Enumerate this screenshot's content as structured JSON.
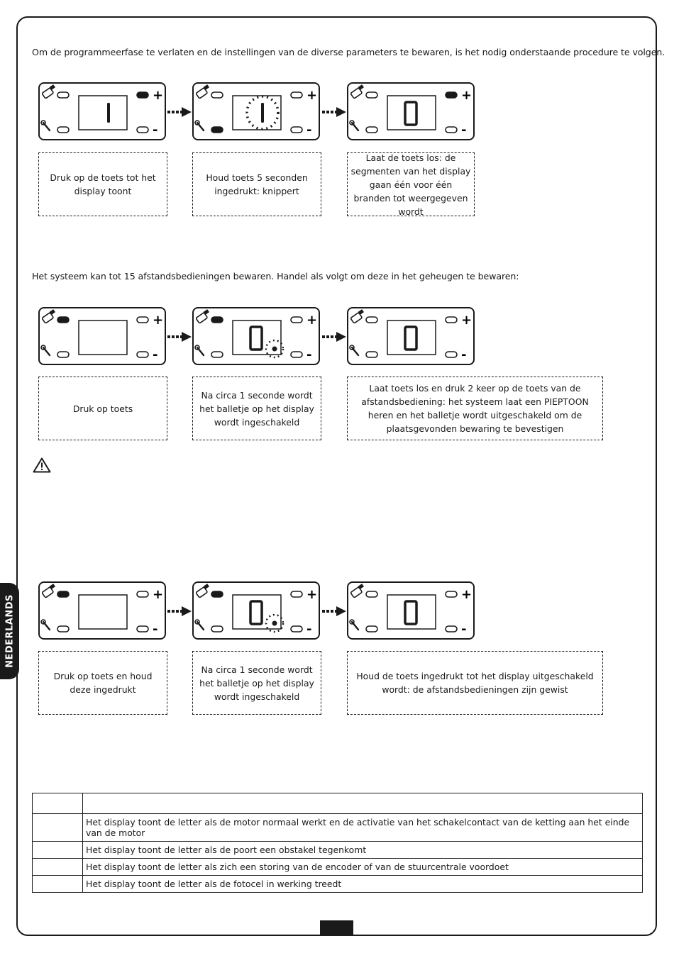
{
  "section1": {
    "intro": "Om de programmeerfase te verlaten en de instellingen van de diverse parameters te bewaren, is het nodig onderstaande procedure te volgen.",
    "captions": [
      "Druk op de toets tot het display toont",
      "Houd toets 5 seconden ingedrukt: knippert",
      "Laat de toets los: de segmenten van het display gaan één voor één branden tot weergegeven wordt"
    ]
  },
  "section2": {
    "intro": "Het systeem kan tot 15 afstandsbedieningen bewaren. Handel als volgt om deze in het geheugen te bewaren:",
    "captions": [
      "Druk op toets",
      "Na circa 1 seconde wordt het balletje op het display wordt ingeschakeld",
      "Laat toets los en druk 2 keer op de toets van de afstandsbediening: het systeem laat een PIEPTOON heren en het balletje wordt uitgeschakeld om de plaatsgevonden bewaring te bevestigen"
    ]
  },
  "section3": {
    "captions": [
      "Druk op toets en houd deze ingedrukt",
      "Na circa 1 seconde wordt het balletje op het display wordt ingeschakeld",
      "Houd de toets ingedrukt tot het display uitgeschakeld wordt: de afstandsbedieningen zijn gewist"
    ]
  },
  "panel_labels": {
    "plus": "+",
    "minus": "-"
  },
  "side_tab": "NEDERLANDS",
  "legend_rows": [
    "Het display toont de letter als de motor normaal werkt en de activatie van het schakelcontact van de ketting aan het einde van de motor",
    "Het display toont de letter als de poort een obstakel tegenkomt",
    "Het display toont de letter als zich een storing van de encoder of van de stuurcentrale voordoet",
    "Het display toont de letter als de fotocel in werking treedt"
  ],
  "icons": [
    "remote-icon",
    "wrench-icon",
    "warning-icon",
    "arrow-right-icon"
  ]
}
